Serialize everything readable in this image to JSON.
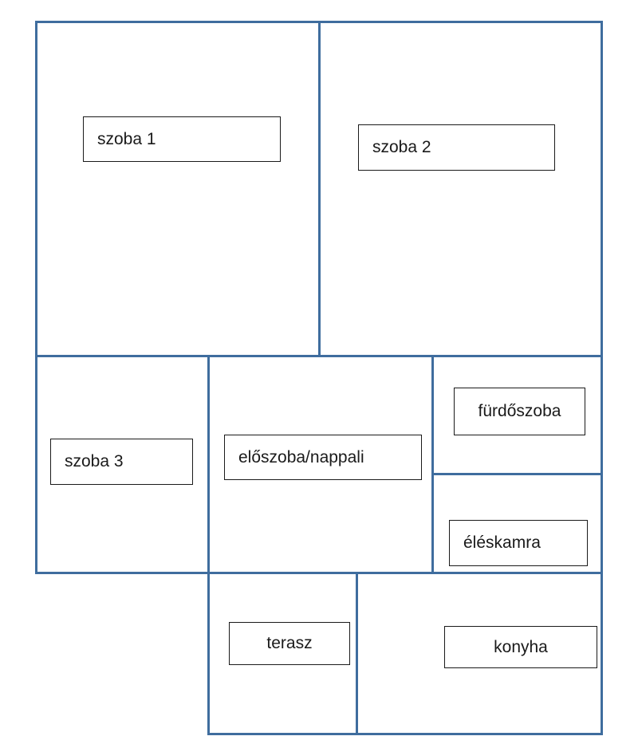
{
  "rooms": {
    "szoba1": "szoba 1",
    "szoba2": "szoba 2",
    "szoba3": "szoba 3",
    "eloszoba": "előszoba/nappali",
    "furdoszoba": "fürdőszoba",
    "eleskamra": "éléskamra",
    "terasz": "terasz",
    "konyha": "konyha"
  },
  "colors": {
    "wall": "#3f6d9e",
    "label_border": "#1a1a1a"
  }
}
